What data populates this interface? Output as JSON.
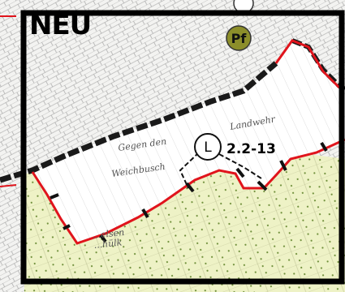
{
  "map": {
    "title": "NEU",
    "labels": {
      "gegen_den": "Gegen den",
      "weichbusch": "Weichbusch",
      "landwehr": "Landwehr",
      "lower_left_1": "...elsen",
      "lower_left_2": "...hülk"
    },
    "symbols": {
      "landscape_letter": "L",
      "landscape_code": "2.2-13",
      "pf_letter": "Pf"
    },
    "colors": {
      "settlement_bg": "#f2f2f0",
      "field_area": "#ffffff",
      "green_area": "#eef2c6",
      "red_boundary": "#e0141c",
      "black_boundary": "#1a1a1a",
      "pf_circle": "#8c8e2a"
    }
  }
}
